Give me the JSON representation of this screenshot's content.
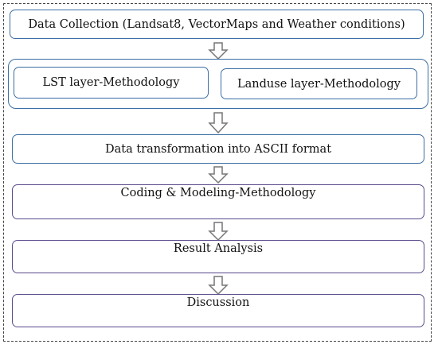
{
  "steps": {
    "data_collection": "Data Collection (Landsat8, VectorMaps and Weather conditions)",
    "lst_layer": "LST layer-Methodology",
    "landuse_layer": "Landuse layer-Methodology",
    "transformation": "Data transformation into ASCII format",
    "coding": "Coding & Modeling-Methodology",
    "result": "Result Analysis",
    "discussion": "Discussion"
  },
  "colors": {
    "box_border_blue": "#3a6ea5",
    "box_border_purple": "#5a4a8c",
    "arrow": "#777777",
    "frame": "#444444"
  }
}
